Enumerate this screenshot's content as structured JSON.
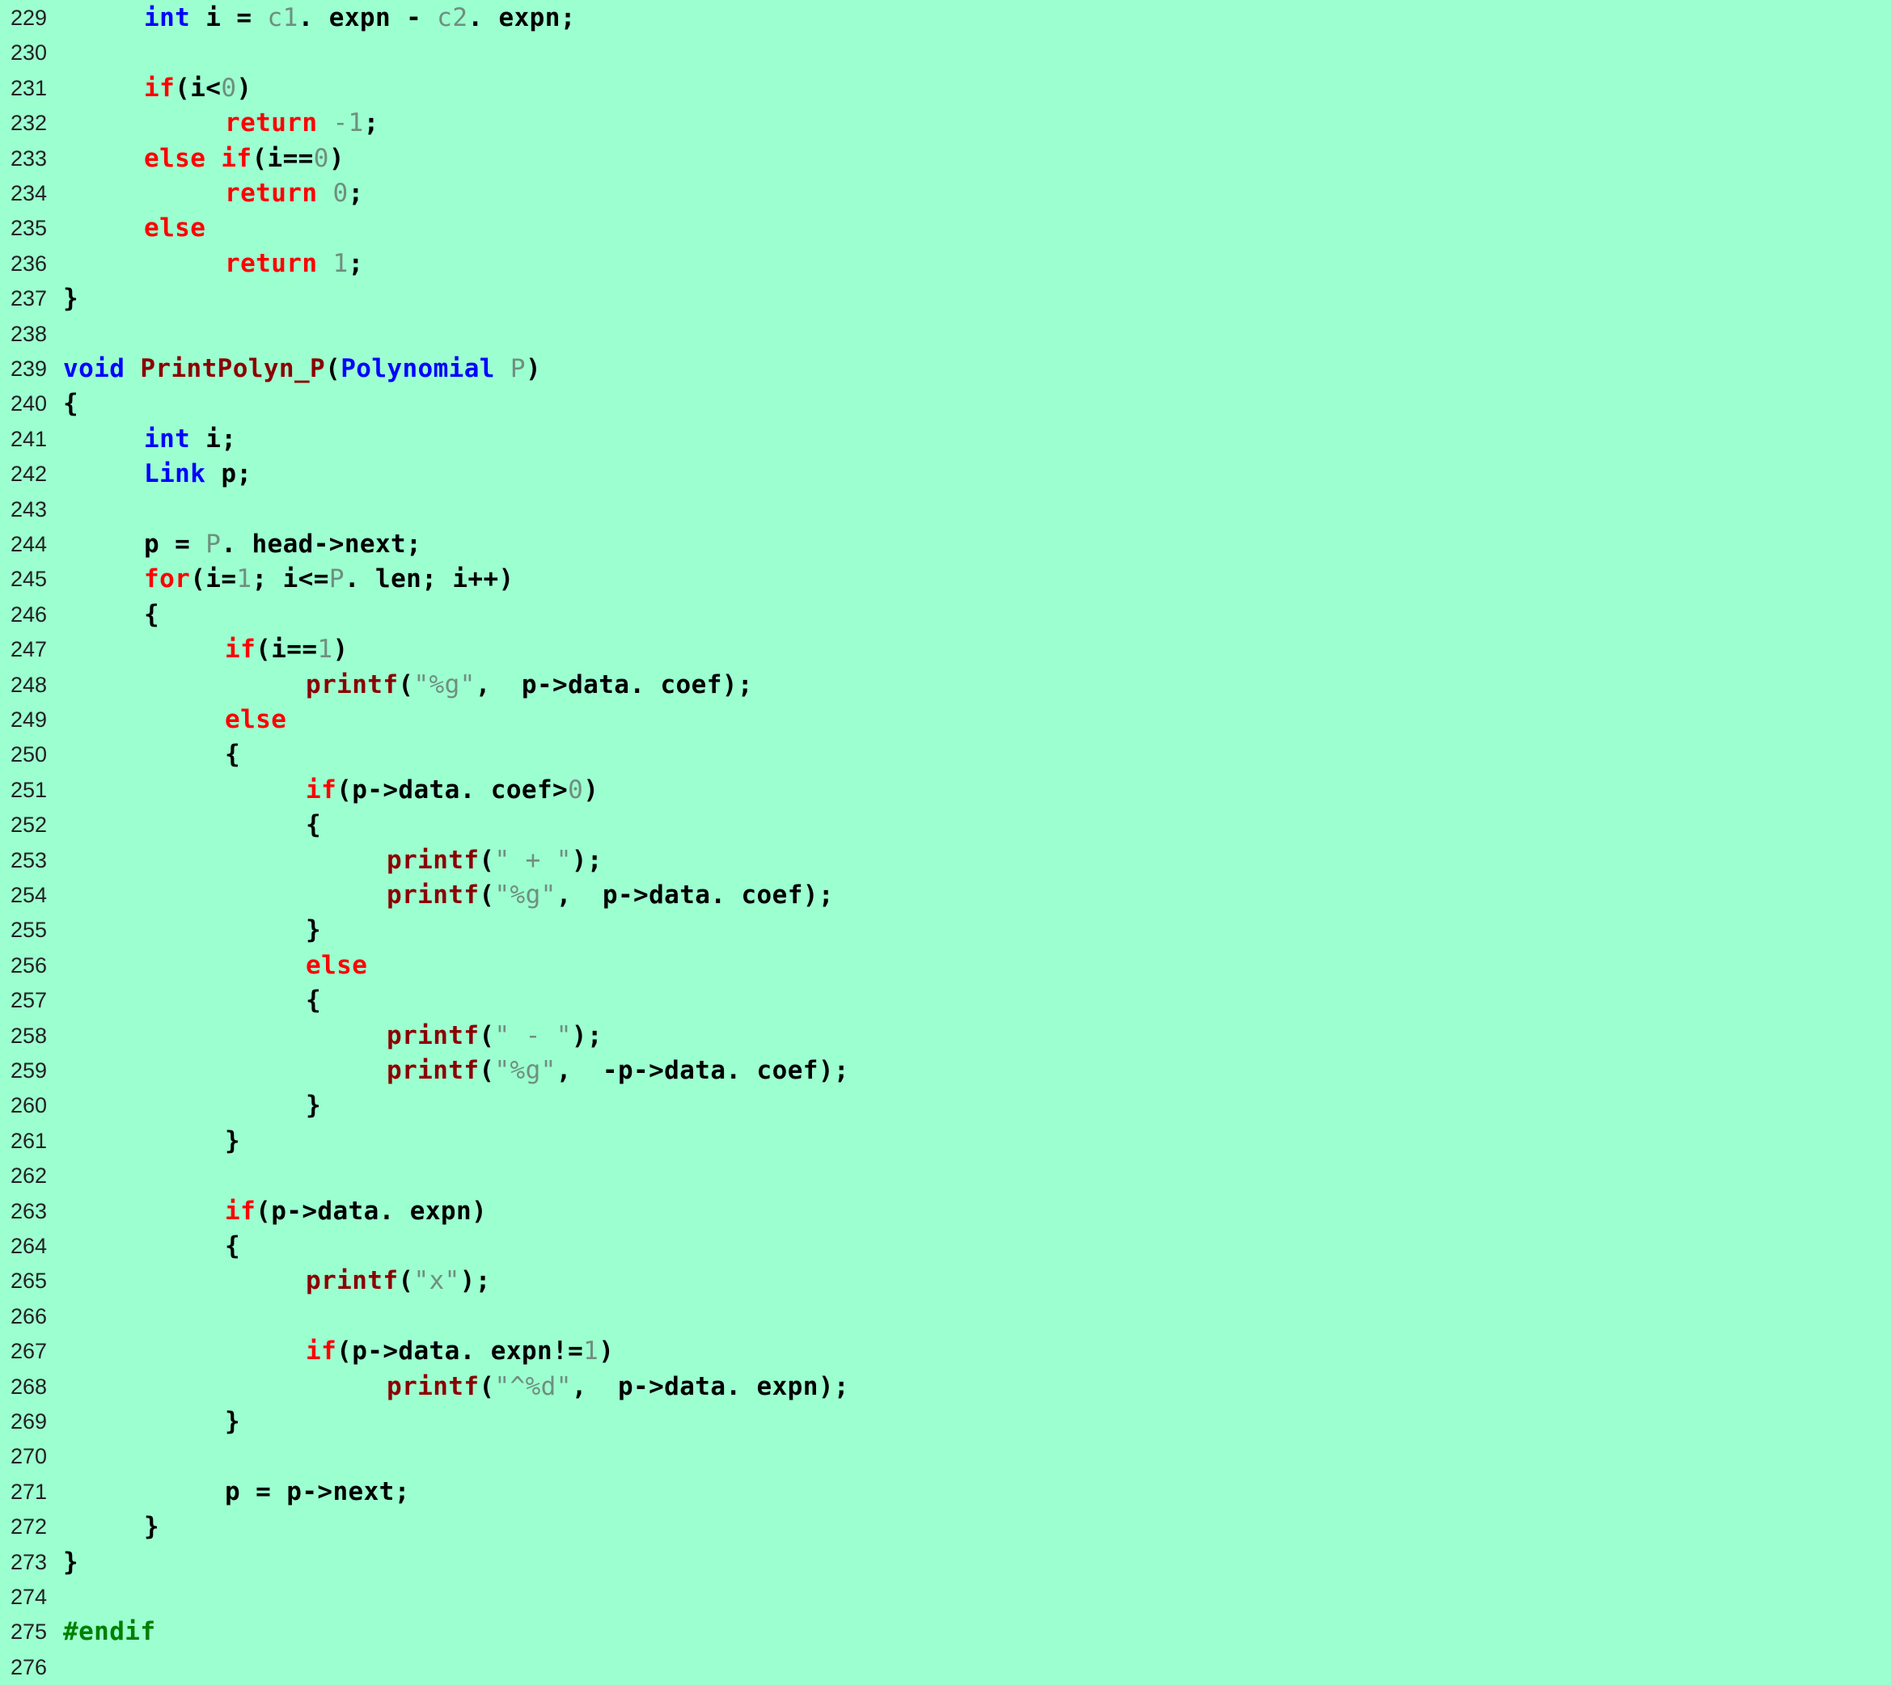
{
  "theme": {
    "background": "#9cffd0",
    "colors": {
      "type": "#0000ff",
      "kw": "#ff0000",
      "fn": "#8b0000",
      "num": "#6f8f7f",
      "str": "#6f8f7f",
      "param": "#6f8f7f",
      "pre": "#008000",
      "plain": "#000000"
    }
  },
  "editor": {
    "lines": [
      {
        "number": "229",
        "indent": 1,
        "tokens": [
          {
            "t": "int",
            "k": "type"
          },
          {
            "t": " i = ",
            "k": "plain"
          },
          {
            "t": "c1",
            "k": "param"
          },
          {
            "t": ". expn - ",
            "k": "plain"
          },
          {
            "t": "c2",
            "k": "param"
          },
          {
            "t": ". expn;",
            "k": "plain"
          }
        ]
      },
      {
        "number": "230",
        "indent": 0,
        "tokens": []
      },
      {
        "number": "231",
        "indent": 1,
        "tokens": [
          {
            "t": "if",
            "k": "kw"
          },
          {
            "t": "(i<",
            "k": "plain"
          },
          {
            "t": "0",
            "k": "num"
          },
          {
            "t": ")",
            "k": "plain"
          }
        ]
      },
      {
        "number": "232",
        "indent": 2,
        "tokens": [
          {
            "t": "return",
            "k": "kw"
          },
          {
            "t": " ",
            "k": "plain"
          },
          {
            "t": "-1",
            "k": "num"
          },
          {
            "t": ";",
            "k": "plain"
          }
        ]
      },
      {
        "number": "233",
        "indent": 1,
        "tokens": [
          {
            "t": "else",
            "k": "kw"
          },
          {
            "t": " ",
            "k": "plain"
          },
          {
            "t": "if",
            "k": "kw"
          },
          {
            "t": "(i==",
            "k": "plain"
          },
          {
            "t": "0",
            "k": "num"
          },
          {
            "t": ")",
            "k": "plain"
          }
        ]
      },
      {
        "number": "234",
        "indent": 2,
        "tokens": [
          {
            "t": "return",
            "k": "kw"
          },
          {
            "t": " ",
            "k": "plain"
          },
          {
            "t": "0",
            "k": "num"
          },
          {
            "t": ";",
            "k": "plain"
          }
        ]
      },
      {
        "number": "235",
        "indent": 1,
        "tokens": [
          {
            "t": "else",
            "k": "kw"
          }
        ]
      },
      {
        "number": "236",
        "indent": 2,
        "tokens": [
          {
            "t": "return",
            "k": "kw"
          },
          {
            "t": " ",
            "k": "plain"
          },
          {
            "t": "1",
            "k": "num"
          },
          {
            "t": ";",
            "k": "plain"
          }
        ]
      },
      {
        "number": "237",
        "indent": 0,
        "tokens": [
          {
            "t": "}",
            "k": "plain"
          }
        ]
      },
      {
        "number": "238",
        "indent": 0,
        "tokens": []
      },
      {
        "number": "239",
        "indent": 0,
        "tokens": [
          {
            "t": "void",
            "k": "type"
          },
          {
            "t": " ",
            "k": "plain"
          },
          {
            "t": "PrintPolyn_P",
            "k": "fn"
          },
          {
            "t": "(",
            "k": "plain"
          },
          {
            "t": "Polynomial",
            "k": "type"
          },
          {
            "t": " ",
            "k": "plain"
          },
          {
            "t": "P",
            "k": "param"
          },
          {
            "t": ")",
            "k": "plain"
          }
        ]
      },
      {
        "number": "240",
        "indent": 0,
        "tokens": [
          {
            "t": "{",
            "k": "plain"
          }
        ]
      },
      {
        "number": "241",
        "indent": 1,
        "tokens": [
          {
            "t": "int",
            "k": "type"
          },
          {
            "t": " i;",
            "k": "plain"
          }
        ]
      },
      {
        "number": "242",
        "indent": 1,
        "tokens": [
          {
            "t": "Link",
            "k": "type"
          },
          {
            "t": " p;",
            "k": "plain"
          }
        ]
      },
      {
        "number": "243",
        "indent": 0,
        "tokens": []
      },
      {
        "number": "244",
        "indent": 1,
        "tokens": [
          {
            "t": "p = ",
            "k": "plain"
          },
          {
            "t": "P",
            "k": "param"
          },
          {
            "t": ". head->next;",
            "k": "plain"
          }
        ]
      },
      {
        "number": "245",
        "indent": 1,
        "tokens": [
          {
            "t": "for",
            "k": "kw"
          },
          {
            "t": "(i=",
            "k": "plain"
          },
          {
            "t": "1",
            "k": "num"
          },
          {
            "t": "; i<=",
            "k": "plain"
          },
          {
            "t": "P",
            "k": "param"
          },
          {
            "t": ". len; i++)",
            "k": "plain"
          }
        ]
      },
      {
        "number": "246",
        "indent": 1,
        "tokens": [
          {
            "t": "{",
            "k": "plain"
          }
        ]
      },
      {
        "number": "247",
        "indent": 2,
        "tokens": [
          {
            "t": "if",
            "k": "kw"
          },
          {
            "t": "(i==",
            "k": "plain"
          },
          {
            "t": "1",
            "k": "num"
          },
          {
            "t": ")",
            "k": "plain"
          }
        ]
      },
      {
        "number": "248",
        "indent": 3,
        "tokens": [
          {
            "t": "printf",
            "k": "fn"
          },
          {
            "t": "(",
            "k": "plain"
          },
          {
            "t": "\"%g\"",
            "k": "str"
          },
          {
            "t": ",  p->data. coef);",
            "k": "plain"
          }
        ]
      },
      {
        "number": "249",
        "indent": 2,
        "tokens": [
          {
            "t": "else",
            "k": "kw"
          }
        ]
      },
      {
        "number": "250",
        "indent": 2,
        "tokens": [
          {
            "t": "{",
            "k": "plain"
          }
        ]
      },
      {
        "number": "251",
        "indent": 3,
        "tokens": [
          {
            "t": "if",
            "k": "kw"
          },
          {
            "t": "(p->data. coef>",
            "k": "plain"
          },
          {
            "t": "0",
            "k": "num"
          },
          {
            "t": ")",
            "k": "plain"
          }
        ]
      },
      {
        "number": "252",
        "indent": 3,
        "tokens": [
          {
            "t": "{",
            "k": "plain"
          }
        ]
      },
      {
        "number": "253",
        "indent": 4,
        "tokens": [
          {
            "t": "printf",
            "k": "fn"
          },
          {
            "t": "(",
            "k": "plain"
          },
          {
            "t": "\" + \"",
            "k": "str"
          },
          {
            "t": ");",
            "k": "plain"
          }
        ]
      },
      {
        "number": "254",
        "indent": 4,
        "tokens": [
          {
            "t": "printf",
            "k": "fn"
          },
          {
            "t": "(",
            "k": "plain"
          },
          {
            "t": "\"%g\"",
            "k": "str"
          },
          {
            "t": ",  p->data. coef);",
            "k": "plain"
          }
        ]
      },
      {
        "number": "255",
        "indent": 3,
        "tokens": [
          {
            "t": "}",
            "k": "plain"
          }
        ]
      },
      {
        "number": "256",
        "indent": 3,
        "tokens": [
          {
            "t": "else",
            "k": "kw"
          }
        ]
      },
      {
        "number": "257",
        "indent": 3,
        "tokens": [
          {
            "t": "{",
            "k": "plain"
          }
        ]
      },
      {
        "number": "258",
        "indent": 4,
        "tokens": [
          {
            "t": "printf",
            "k": "fn"
          },
          {
            "t": "(",
            "k": "plain"
          },
          {
            "t": "\" - \"",
            "k": "str"
          },
          {
            "t": ");",
            "k": "plain"
          }
        ]
      },
      {
        "number": "259",
        "indent": 4,
        "tokens": [
          {
            "t": "printf",
            "k": "fn"
          },
          {
            "t": "(",
            "k": "plain"
          },
          {
            "t": "\"%g\"",
            "k": "str"
          },
          {
            "t": ",  -p->data. coef);",
            "k": "plain"
          }
        ]
      },
      {
        "number": "260",
        "indent": 3,
        "tokens": [
          {
            "t": "}",
            "k": "plain"
          }
        ]
      },
      {
        "number": "261",
        "indent": 2,
        "tokens": [
          {
            "t": "}",
            "k": "plain"
          }
        ]
      },
      {
        "number": "262",
        "indent": 0,
        "tokens": []
      },
      {
        "number": "263",
        "indent": 2,
        "tokens": [
          {
            "t": "if",
            "k": "kw"
          },
          {
            "t": "(p->data. expn)",
            "k": "plain"
          }
        ]
      },
      {
        "number": "264",
        "indent": 2,
        "tokens": [
          {
            "t": "{",
            "k": "plain"
          }
        ]
      },
      {
        "number": "265",
        "indent": 3,
        "tokens": [
          {
            "t": "printf",
            "k": "fn"
          },
          {
            "t": "(",
            "k": "plain"
          },
          {
            "t": "\"x\"",
            "k": "str"
          },
          {
            "t": ");",
            "k": "plain"
          }
        ]
      },
      {
        "number": "266",
        "indent": 0,
        "tokens": []
      },
      {
        "number": "267",
        "indent": 3,
        "tokens": [
          {
            "t": "if",
            "k": "kw"
          },
          {
            "t": "(p->data. expn!=",
            "k": "plain"
          },
          {
            "t": "1",
            "k": "num"
          },
          {
            "t": ")",
            "k": "plain"
          }
        ]
      },
      {
        "number": "268",
        "indent": 4,
        "tokens": [
          {
            "t": "printf",
            "k": "fn"
          },
          {
            "t": "(",
            "k": "plain"
          },
          {
            "t": "\"^%d\"",
            "k": "str"
          },
          {
            "t": ",  p->data. expn);",
            "k": "plain"
          }
        ]
      },
      {
        "number": "269",
        "indent": 2,
        "tokens": [
          {
            "t": "}",
            "k": "plain"
          }
        ]
      },
      {
        "number": "270",
        "indent": 0,
        "tokens": []
      },
      {
        "number": "271",
        "indent": 2,
        "tokens": [
          {
            "t": "p = p->next;",
            "k": "plain"
          }
        ]
      },
      {
        "number": "272",
        "indent": 1,
        "tokens": [
          {
            "t": "}",
            "k": "plain"
          }
        ]
      },
      {
        "number": "273",
        "indent": 0,
        "tokens": [
          {
            "t": "}",
            "k": "plain"
          }
        ]
      },
      {
        "number": "274",
        "indent": 0,
        "tokens": []
      },
      {
        "number": "275",
        "indent": 0,
        "tokens": [
          {
            "t": "#endif",
            "k": "pre"
          }
        ]
      },
      {
        "number": "276",
        "indent": 0,
        "tokens": []
      }
    ]
  }
}
